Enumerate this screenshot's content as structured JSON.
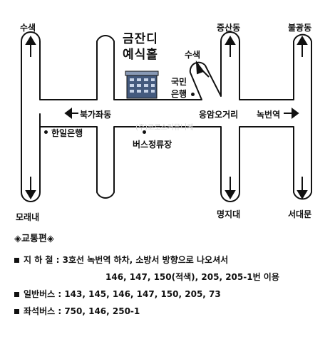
{
  "venue": {
    "line1": "금잔디",
    "line2": "예식홀"
  },
  "watermark": "(주)코로스커뮤니케",
  "places": {
    "top_left": "수색",
    "bottom_left": "모래내",
    "top_mid1": "증산동",
    "top_mid2": "불광동",
    "bottom_mid1": "명지대",
    "bottom_mid2": "서대문",
    "diag": "수색",
    "gukmin_1": "국민",
    "gukmin_2": "은행",
    "left_road": "북가좌동",
    "intersection": "응암오거리",
    "right_road": "녹번역",
    "hanil": "한일은행",
    "bus_garage": "버스정류장"
  },
  "info": {
    "title": "◈교통편◈",
    "subway": "지 하 철 : 3호선 녹번역 하차, 소방서 방향으로 나오셔서",
    "subway2": "146, 147, 150(적색), 205, 205-1번 이용",
    "regular_bus": "일반버스 : 143, 145, 146, 147, 150, 205, 73",
    "seat_bus": "좌석버스 : 750, 146, 250-1"
  }
}
